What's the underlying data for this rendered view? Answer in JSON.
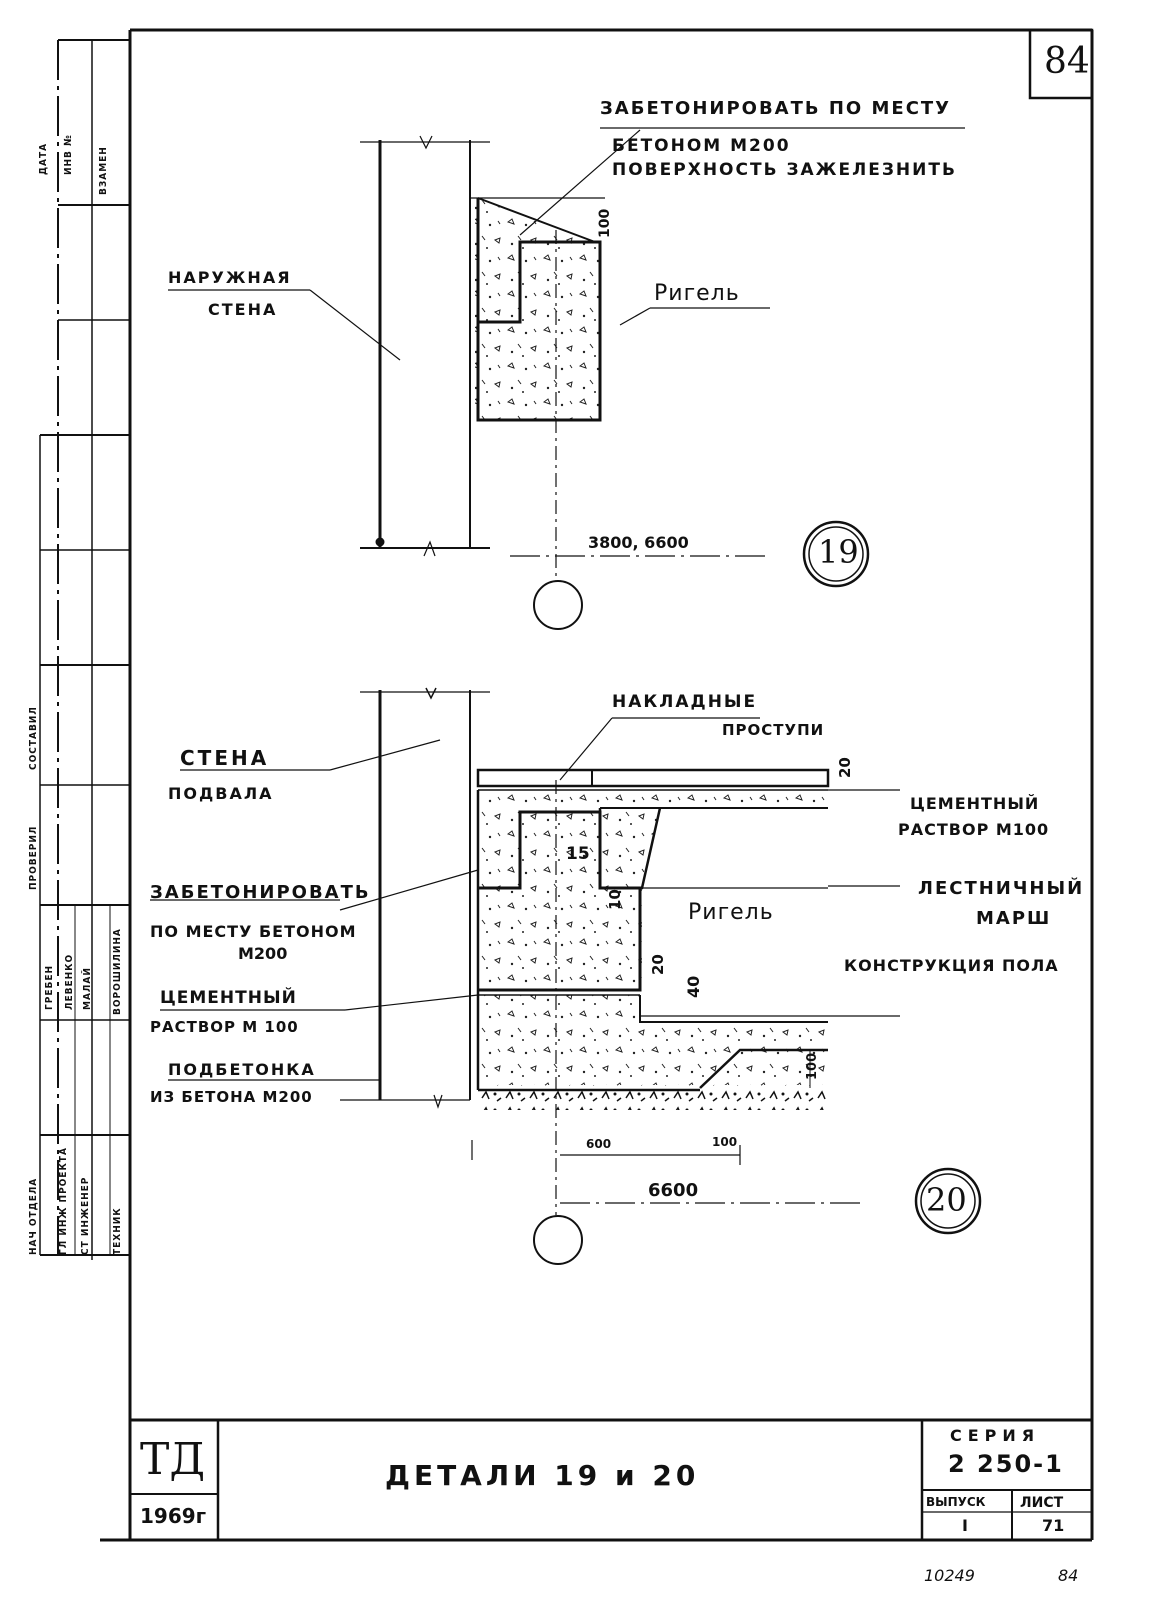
{
  "sheet": {
    "page_number": "84",
    "footer_number_left": "10249",
    "footer_number_right": "84"
  },
  "left_strip": {
    "header_labels": [
      "ДАТА",
      "ИНВ №",
      "ВЗАМЕН"
    ],
    "lower_labels": [
      "ПРОВЕРИЛ",
      "СОСТАВИЛ"
    ],
    "roles": [
      "НАЧ ОТДЕЛА",
      "ГЛ ИНЖ ПРОЕКТА",
      "СТ ИНЖЕНЕР",
      "ТЕХНИК"
    ],
    "names": [
      "ГРЕБЕН",
      "ЛЕВЕНКО",
      "МАЛАЙ",
      "ВОРОШИЛИНА"
    ]
  },
  "detail_19": {
    "callout_line1": "ЗАБЕТОНИРОВАТЬ ПО МЕСТУ",
    "callout_line2": "БЕТОНОМ М200",
    "callout_line3": "ПОВЕРХНОСТЬ ЗАЖЕЛЕЗНИТЬ",
    "wall_label_line1": "НАРУЖНАЯ",
    "wall_label_line2": "СТЕНА",
    "beam_label": "Ригель",
    "dim_100": "100",
    "dimension": "3800, 6600",
    "number": "19"
  },
  "detail_20": {
    "treads_line1": "НАКЛАДНЫЕ",
    "treads_line2": "ПРОСТУПИ",
    "wall_line1": "СТЕНА",
    "wall_line2": "ПОДВАЛА",
    "dim_20_top": "20",
    "cement_top_line1": "ЦЕМЕНТНЫЙ",
    "cement_top_line2": "РАСТВОР М100",
    "concrete_line1": "ЗАБЕТОНИРОВАТЬ",
    "concrete_line2": "ПО МЕСТУ БЕТОНОМ",
    "concrete_line3": "М200",
    "dim_15": "15",
    "dim_10": "10",
    "beam_label": "Ригель",
    "stair_line1": "ЛЕСТНИЧНЫЙ",
    "stair_line2": "МАРШ",
    "floor_label": "КОНСТРУКЦИЯ ПОЛА",
    "dim_20": "20",
    "dim_40": "40",
    "cement_low_line1": "ЦЕМЕНТНЫЙ",
    "cement_low_line2": "РАСТВОР М 100",
    "sub_line1": "ПОДБЕТОНКА",
    "sub_line2": "ИЗ БЕТОНА М200",
    "dim_100": "100",
    "dim_600": "600",
    "dim_100b": "100",
    "dimension": "6600",
    "number": "20"
  },
  "title_block": {
    "org": "ТД",
    "year": "1969г",
    "title": "ДЕТАЛИ 19 и 20",
    "series_label": "СЕРИЯ",
    "series_value": "2 250-1",
    "issue_label": "ВЫПУСК",
    "issue_value": "I",
    "sheet_label": "ЛИСТ",
    "sheet_value": "71"
  }
}
